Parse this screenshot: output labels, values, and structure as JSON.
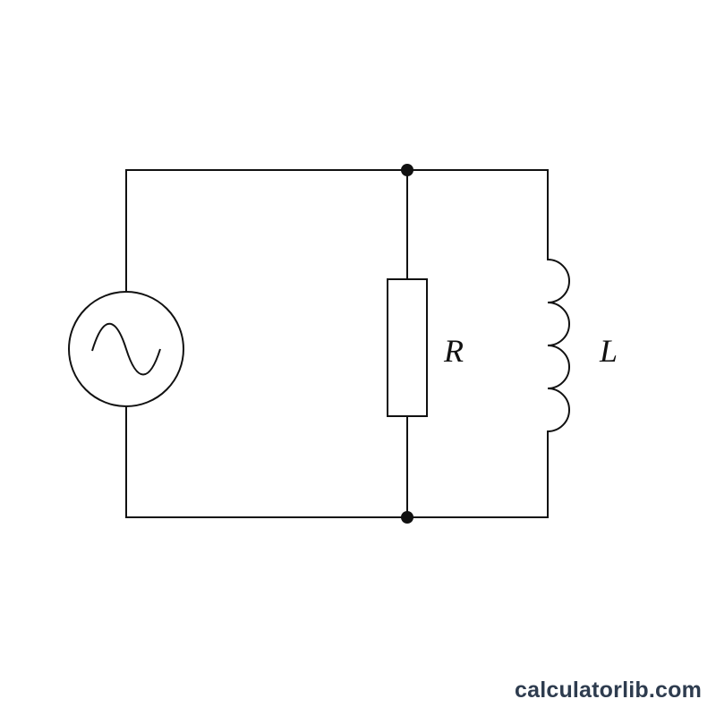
{
  "diagram": {
    "components": {
      "source": {
        "type": "ac-voltage-source"
      },
      "resistor": {
        "label": "R"
      },
      "inductor": {
        "label": "L"
      }
    },
    "nodes": [
      "top-junction",
      "bottom-junction"
    ]
  },
  "watermark": {
    "text": "calculatorlib.com"
  },
  "colors": {
    "stroke": "#111111",
    "background": "#ffffff",
    "watermark": "#2e3c4f"
  }
}
